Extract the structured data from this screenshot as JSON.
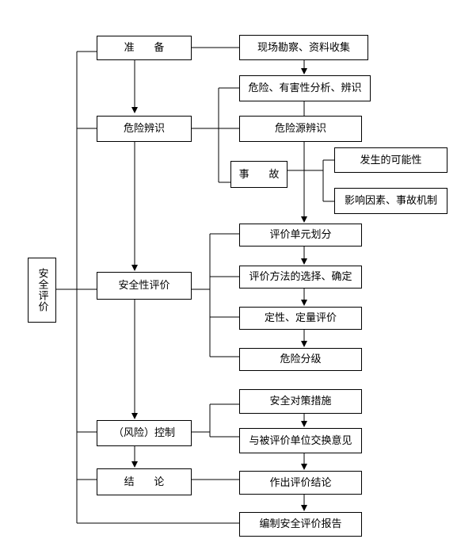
{
  "diagram": {
    "root": "安全评价",
    "stages": {
      "prepare": "准      备",
      "identify": "危险辨识",
      "assess": "安全性评价",
      "control": "（风险）控制",
      "conclude": "结      论"
    },
    "steps": {
      "survey": "现场勘察、资料收集",
      "hazard_analysis": "危险、有害性分析、辨识",
      "hazard_source": "危险源辨识",
      "accident": "事      故",
      "possibility": "发生的可能性",
      "factors": "影响因素、事故机制",
      "unit_division": "评价单元划分",
      "method_selection": "评价方法的选择、确定",
      "qual_quant": "定性、定量评价",
      "grading": "危险分级",
      "measures": "安全对策措施",
      "exchange": "与被评价单位交换意见",
      "conclusion": "作出评价结论",
      "report": "编制安全评价报告"
    }
  }
}
